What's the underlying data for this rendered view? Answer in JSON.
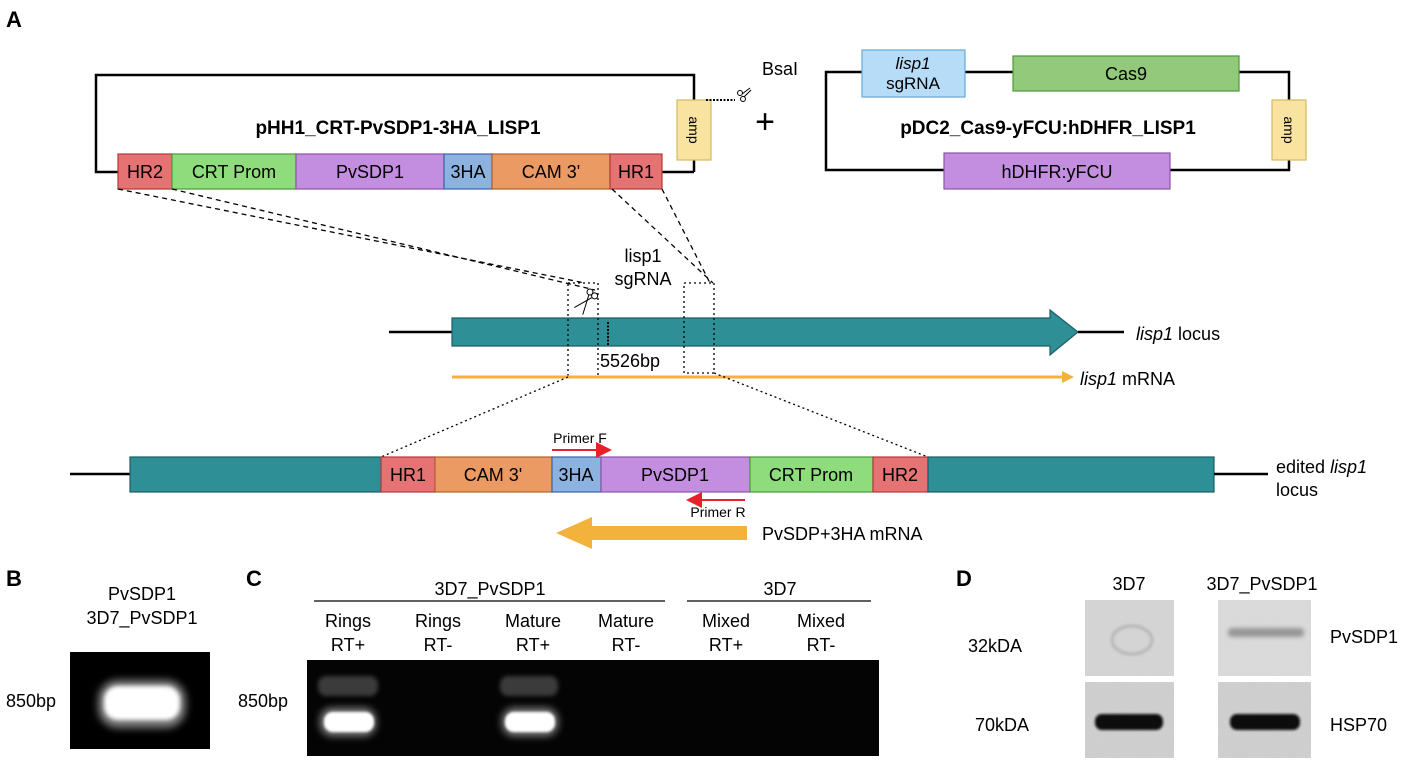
{
  "panels": {
    "a": "A",
    "b": "B",
    "c": "C",
    "d": "D"
  },
  "colors": {
    "hr": "#e57373",
    "crt_prom": "#8fdc7c",
    "pvsdp1": "#c48ee0",
    "ha": "#8cb2e0",
    "cam3": "#eb9a64",
    "amp": "#f8e3a0",
    "sgrna": "#b6dcf7",
    "cas9": "#92c97a",
    "locus": "#2e8f96",
    "mrna": "#f2b23c",
    "primer": "#e8202a"
  },
  "panel_a": {
    "plasmid1": {
      "title": "pHH1_CRT-PvSDP1-3HA_LISP1",
      "segments": [
        "HR2",
        "CRT Prom",
        "PvSDP1",
        "3HA",
        "CAM 3'",
        "HR1"
      ],
      "amp": "amp",
      "bsal": "BsaI"
    },
    "plus": "+",
    "plasmid2": {
      "title": "pDC2_Cas9-yFCU:hDHFR_LISP1",
      "sgrna_italic": "lisp1",
      "sgrna": "sgRNA",
      "cas9": "Cas9",
      "hdhfr": "hDHFR:yFCU",
      "amp": "amp"
    },
    "sgrna_label_1": "lisp1",
    "sgrna_label_2": "sgRNA",
    "locus_italic": "lisp1",
    "locus_label": "locus",
    "bp_label": "5526bp",
    "mrna_italic": "lisp1",
    "mrna_label": "mRNA",
    "edited": {
      "segments": [
        "HR1",
        "CAM 3'",
        "3HA",
        "PvSDP1",
        "CRT Prom",
        "HR2"
      ],
      "primer_f": "Primer F",
      "primer_r": "Primer R",
      "label_1": "edited",
      "label_1_italic": "lisp1",
      "label_2": "locus",
      "mrna_label": "PvSDP+3HA mRNA"
    }
  },
  "panel_b": {
    "title_1": "PvSDP1",
    "title_2": "3D7_PvSDP1",
    "size": "850bp"
  },
  "panel_c": {
    "group1": "3D7_PvSDP1",
    "group2": "3D7",
    "lanes": [
      [
        "Rings",
        "RT+"
      ],
      [
        "Rings",
        "RT-"
      ],
      [
        "Mature",
        "RT+"
      ],
      [
        "Mature",
        "RT-"
      ],
      [
        "Mixed",
        "RT+"
      ],
      [
        "Mixed",
        "RT-"
      ]
    ],
    "size": "850bp"
  },
  "panel_d": {
    "col1": "3D7",
    "col2": "3D7_PvSDP1",
    "row1_size": "32kDA",
    "row2_size": "70kDA",
    "row1_protein": "PvSDP1",
    "row2_protein": "HSP70"
  }
}
